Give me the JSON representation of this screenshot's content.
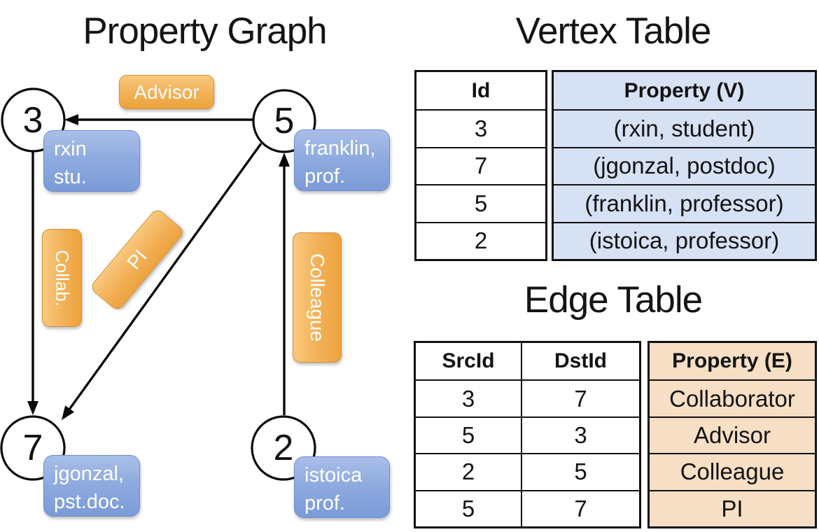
{
  "titles": {
    "graph": "Property Graph",
    "vertex": "Vertex Table",
    "edge": "Edge Table"
  },
  "graph": {
    "nodes": [
      {
        "id": "3",
        "line1": "rxin",
        "line2": "stu."
      },
      {
        "id": "5",
        "line1": "franklin,",
        "line2": "prof."
      },
      {
        "id": "7",
        "line1": "jgonzal,",
        "line2": "pst.doc."
      },
      {
        "id": "2",
        "line1": "istoica",
        "line2": "prof."
      }
    ],
    "edge_labels": {
      "advisor": "Advisor",
      "collab": "Collab.",
      "pi": "PI",
      "colleague": "Colleague"
    },
    "edges": [
      {
        "src": "5",
        "dst": "3",
        "label": "Advisor"
      },
      {
        "src": "3",
        "dst": "7",
        "label": "Collab."
      },
      {
        "src": "5",
        "dst": "7",
        "label": "PI"
      },
      {
        "src": "2",
        "dst": "5",
        "label": "Colleague"
      }
    ]
  },
  "vertex_table": {
    "headers": [
      "Id",
      "Property (V)"
    ],
    "rows": [
      [
        "3",
        "(rxin, student)"
      ],
      [
        "7",
        "(jgonzal, postdoc)"
      ],
      [
        "5",
        "(franklin, professor)"
      ],
      [
        "2",
        "(istoica, professor)"
      ]
    ]
  },
  "edge_table": {
    "headers": [
      "SrcId",
      "DstId",
      "Property (E)"
    ],
    "rows": [
      [
        "3",
        "7",
        "Collaborator"
      ],
      [
        "5",
        "3",
        "Advisor"
      ],
      [
        "2",
        "5",
        "Colleague"
      ],
      [
        "5",
        "7",
        "PI"
      ]
    ]
  },
  "colors": {
    "edge_label_box": "#f0a843",
    "vertex_label_box": "#8aa5dc",
    "vertex_property_bg": "#d7e1f4",
    "edge_property_bg": "#f6dfc5",
    "line": "#0a0a0a"
  }
}
